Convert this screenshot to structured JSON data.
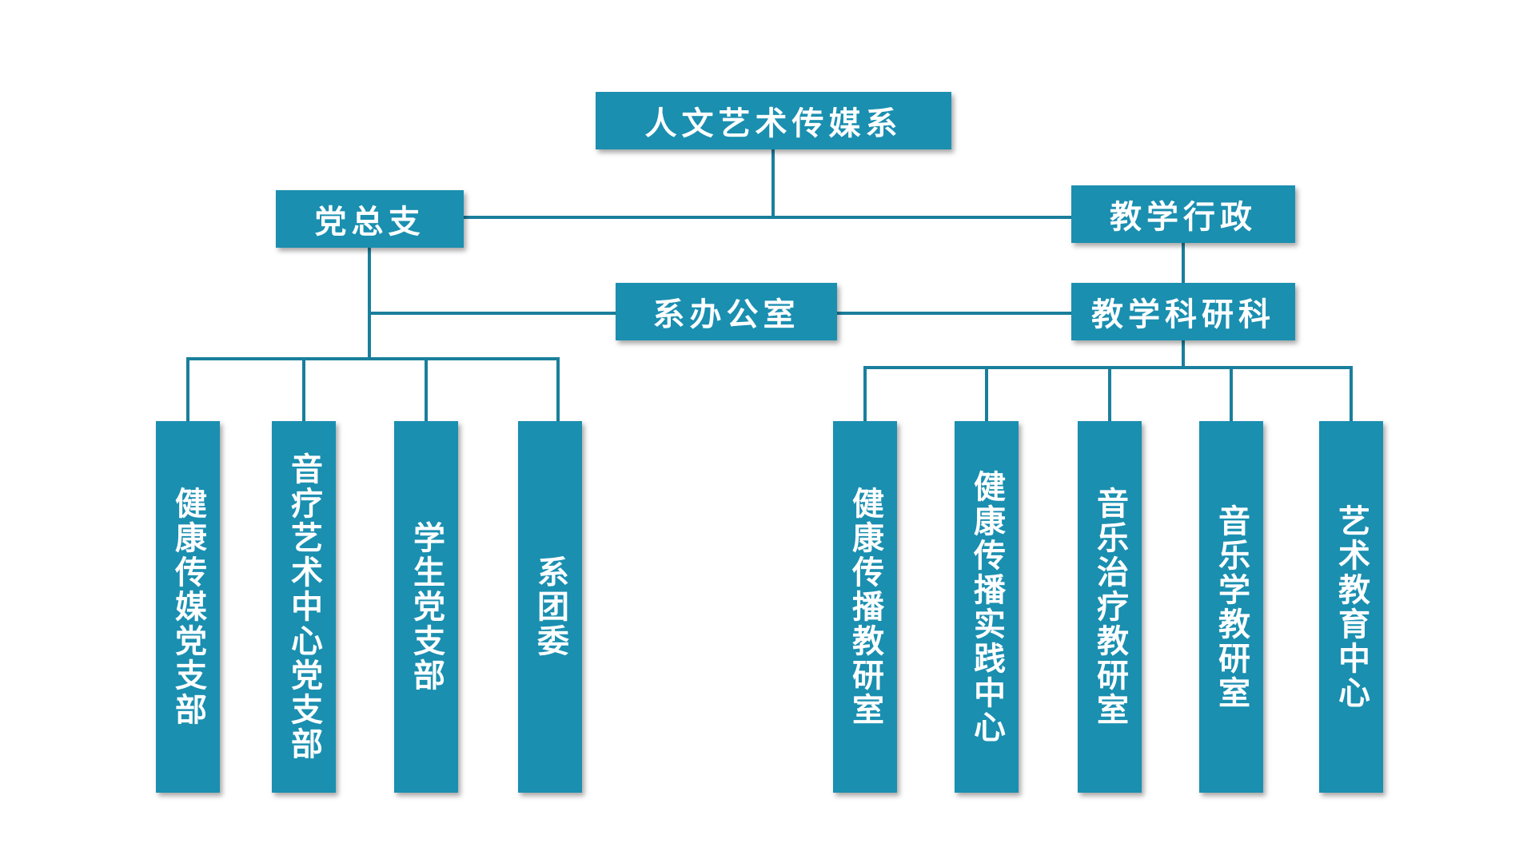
{
  "colors": {
    "node_fill": "#1a8fb0",
    "node_text": "#ffffff",
    "connector": "#1a7f9c",
    "background": "#ffffff"
  },
  "nodes": [
    {
      "id": "root",
      "label": "人文艺术传媒系"
    },
    {
      "id": "party",
      "label": "党总支"
    },
    {
      "id": "admin",
      "label": "教学行政"
    },
    {
      "id": "office",
      "label": "系办公室"
    },
    {
      "id": "research",
      "label": "教学科研科"
    },
    {
      "id": "p1",
      "label": "健康传媒党支部"
    },
    {
      "id": "p2",
      "label": "音疗艺术中心党支部"
    },
    {
      "id": "p3",
      "label": "学生党支部"
    },
    {
      "id": "p4",
      "label": "系团委"
    },
    {
      "id": "r1",
      "label": "健康传播教研室"
    },
    {
      "id": "r2",
      "label": "健康传播实践中心"
    },
    {
      "id": "r3",
      "label": "音乐治疗教研室"
    },
    {
      "id": "r4",
      "label": "音乐学教研室"
    },
    {
      "id": "r5",
      "label": "艺术教育中心"
    }
  ]
}
